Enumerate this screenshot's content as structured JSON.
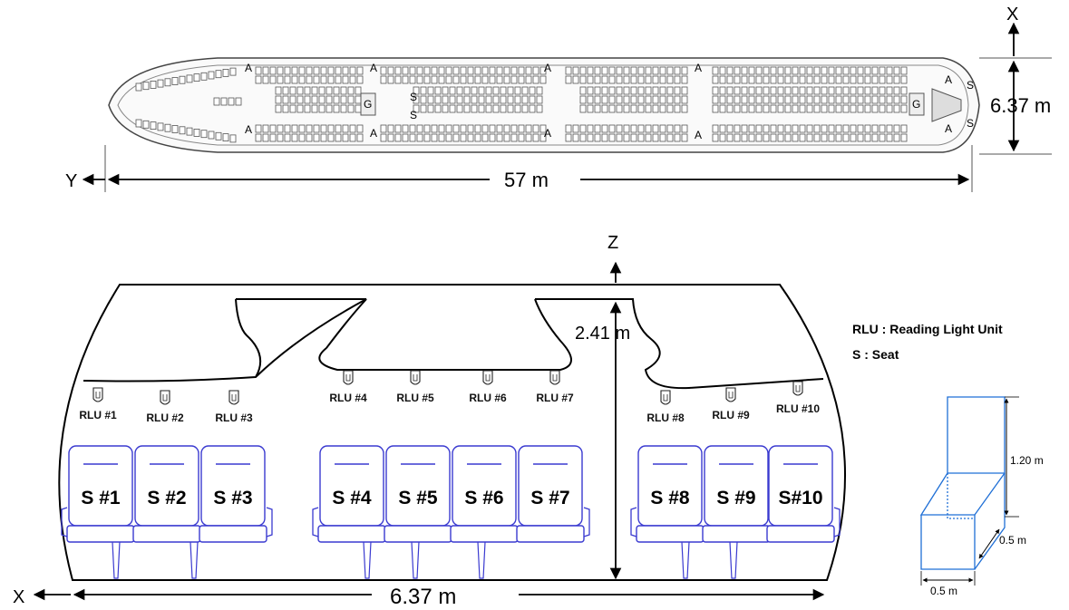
{
  "colors": {
    "line": "#000000",
    "seat": "#3a3ad0",
    "box": "#1f6fd6",
    "plan": "#555555"
  },
  "top_view": {
    "axis_x": "X",
    "axis_y": "Y",
    "length": "57 m",
    "width": "6.37 m",
    "galley": "G",
    "seat_mark": "S",
    "exit_mark": "A"
  },
  "cross_section": {
    "axis_z": "Z",
    "axis_x": "X",
    "width": "6.37 m",
    "height": "2.41 m",
    "rlus": [
      "RLU #1",
      "RLU #2",
      "RLU #3",
      "RLU #4",
      "RLU #5",
      "RLU #6",
      "RLU #7",
      "RLU #8",
      "RLU #9",
      "RLU #10"
    ],
    "seats": [
      "S #1",
      "S #2",
      "S #3",
      "S #4",
      "S #5",
      "S #6",
      "S #7",
      "S #8",
      "S #9",
      "S#10"
    ]
  },
  "legend": {
    "rlu": "RLU : Reading Light Unit",
    "seat": "S : Seat"
  },
  "box": {
    "height": "1.20 m",
    "depth": "0.5 m",
    "width": "0.5 m"
  }
}
